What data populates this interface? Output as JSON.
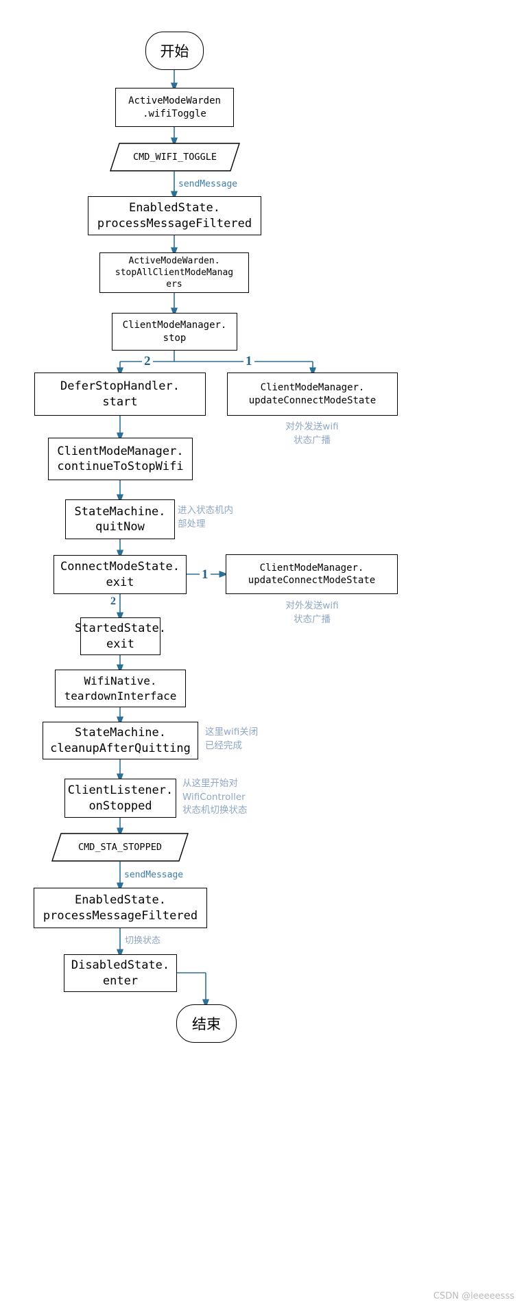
{
  "diagram": {
    "title_start": "开始",
    "title_end": "结束",
    "nodes": {
      "start": "开始",
      "wifi_toggle": "ActiveModeWarden\n.wifiToggle",
      "cmd_wifi_toggle": "CMD_WIFI_TOGGLE",
      "enabled_state_1": "EnabledState.\nprocessMessageFiltered",
      "stop_all_client": "ActiveModeWarden.\nstopAllClientModeManag\ners",
      "cmm_stop": "ClientModeManager.\nstop",
      "defer_stop_handler": "DeferStopHandler.\nstart",
      "update_connect_mode_1": "ClientModeManager.\nupdateConnectModeState",
      "continue_to_stop": "ClientModeManager.\ncontinueToStopWifi",
      "quit_now": "StateMachine.\nquitNow",
      "connect_mode_exit": "ConnectModeState.\nexit",
      "update_connect_mode_2": "ClientModeManager.\nupdateConnectModeState",
      "started_state_exit": "StartedState.\nexit",
      "teardown_interface": "WifiNative.\nteardownInterface",
      "cleanup_after_quitting": "StateMachine.\ncleanupAfterQuitting",
      "client_listener": "ClientListener.\nonStopped",
      "cmd_sta_stopped": "CMD_STA_STOPPED",
      "enabled_state_2": "EnabledState.\nprocessMessageFiltered",
      "disabled_state": "DisabledState.\nenter",
      "end": "结束"
    },
    "edge_labels": {
      "send_message_1": "sendMessage",
      "send_message_2": "sendMessage",
      "switch_state": "切换状态"
    },
    "branch_numbers": {
      "cmm_stop_branch_2": "2",
      "cmm_stop_branch_1": "1",
      "connect_exit_branch_1": "1",
      "connect_exit_branch_2": "2"
    },
    "notes": {
      "broadcast_1": "对外发送wifi\n状态广播",
      "broadcast_2": "对外发送wifi\n状态广播",
      "enter_statemachine": "进入状态机内\n部处理",
      "wifi_closed": "这里wifi关闭\n已经完成",
      "controller_switch": "从这里开始对\nWifiController\n状态机切换状态"
    },
    "watermark": "CSDN @leeeeesss",
    "colors": {
      "arrow": "#2b6f95",
      "note": "#8fa7c4",
      "border": "#000000",
      "branch_num": "#1f5f85"
    }
  }
}
